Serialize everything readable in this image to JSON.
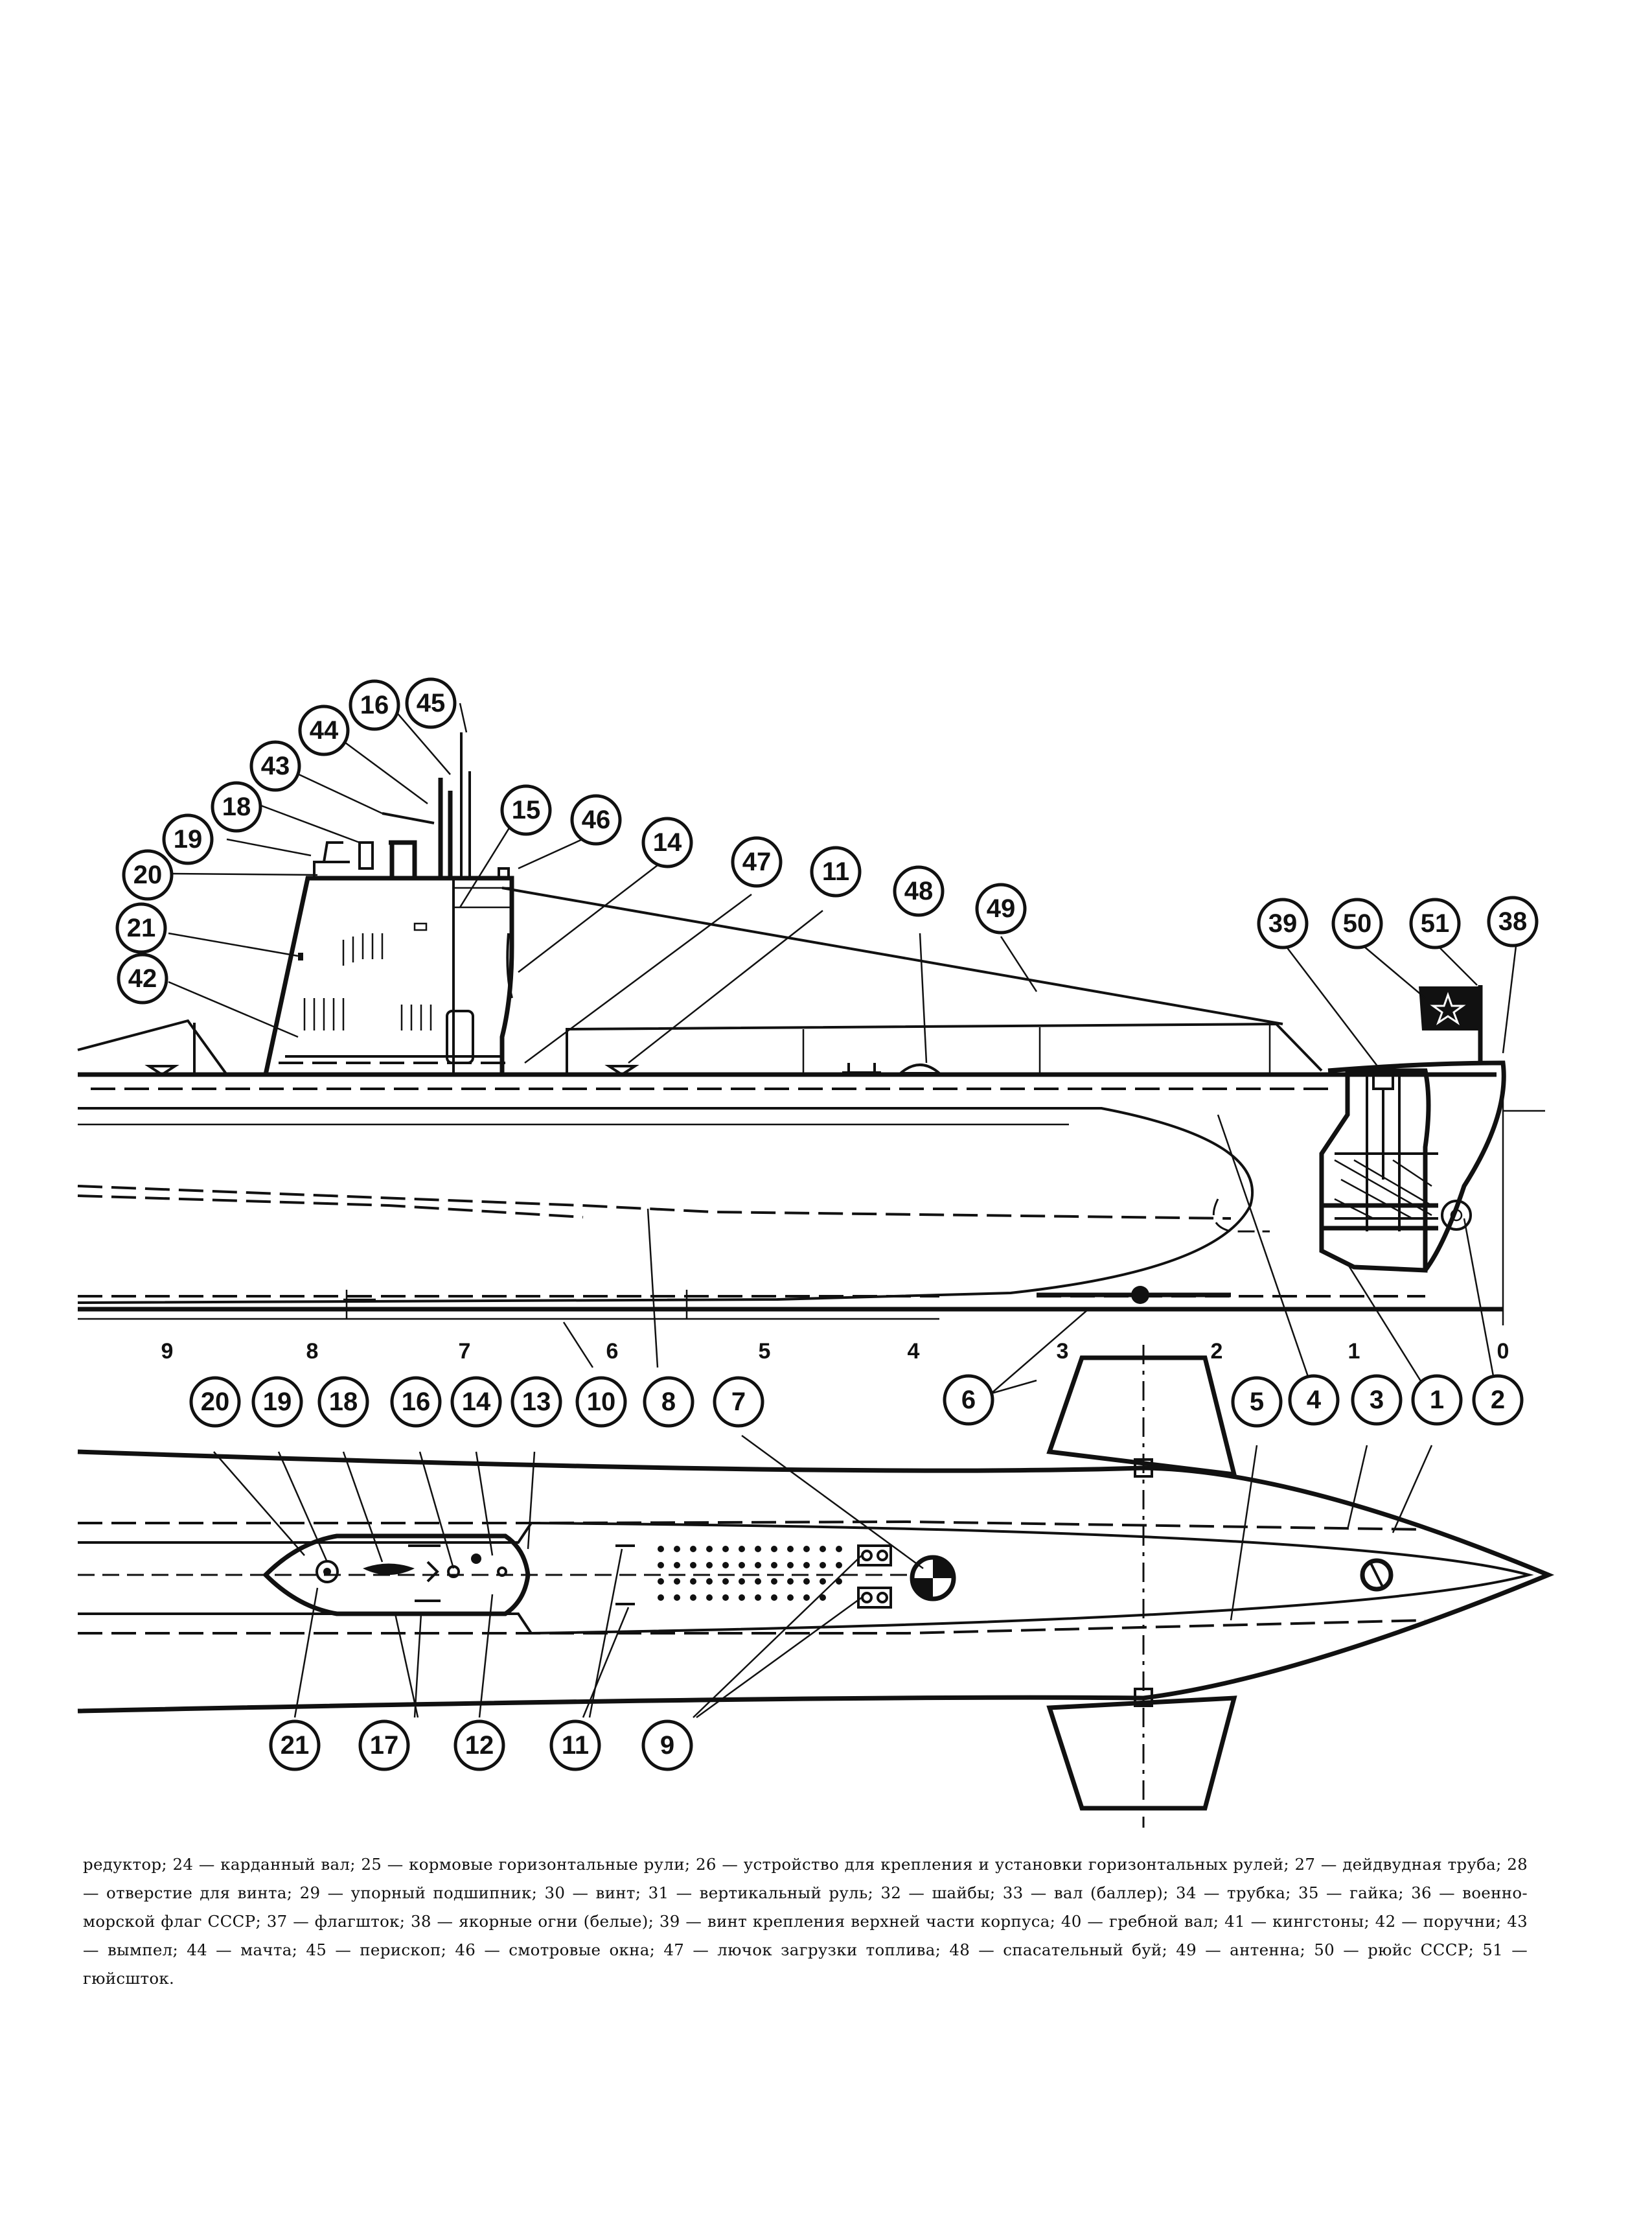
{
  "side_view": {
    "callouts": [
      "16",
      "45",
      "44",
      "43",
      "18",
      "19",
      "20",
      "21",
      "42",
      "15",
      "46",
      "14",
      "47",
      "11",
      "48",
      "49",
      "39",
      "50",
      "51",
      "38"
    ],
    "stations": [
      "9",
      "8",
      "7",
      "6",
      "5",
      "4",
      "3",
      "2",
      "1",
      "0"
    ]
  },
  "below_side_callouts": [
    "6",
    "4",
    "3",
    "1",
    "2"
  ],
  "top_view": {
    "callouts_top": [
      "20",
      "19",
      "18",
      "16",
      "14",
      "13",
      "10",
      "8",
      "7",
      "5"
    ],
    "callouts_bottom": [
      "21",
      "17",
      "12",
      "11",
      "9"
    ]
  },
  "caption": "редуктор; 24 — карданный вал; 25 — кормовые горизонтальные рули; 26 — устройство для крепления и установки горизонтальных рулей; 27 — дейдвудная труба; 28 — отверстие для винта; 29 — упорный подшипник; 30 — винт; 31 — вертикальный руль; 32 — шайбы; 33 — вал (баллер); 34 — трубка; 35 — гайка; 36 — военно-морской флаг СССР; 37 — флагшток; 38 — якорные огни (белые); 39 — винт крепления верхней части корпуса; 40 — гребной вал; 41 — кингстоны; 42 — поручни; 43 — вымпел; 44 — мачта; 45 — перископ; 46 — смотровые окна; 47 — лючок загрузки топлива; 48 — спасательный буй; 49 — антенна; 50 — рюйс СССР; 51 — гюйсшток.",
  "colors": {
    "ink": "#111111",
    "paper": "#ffffff"
  },
  "icons": {
    "flag_star": "star-icon"
  }
}
